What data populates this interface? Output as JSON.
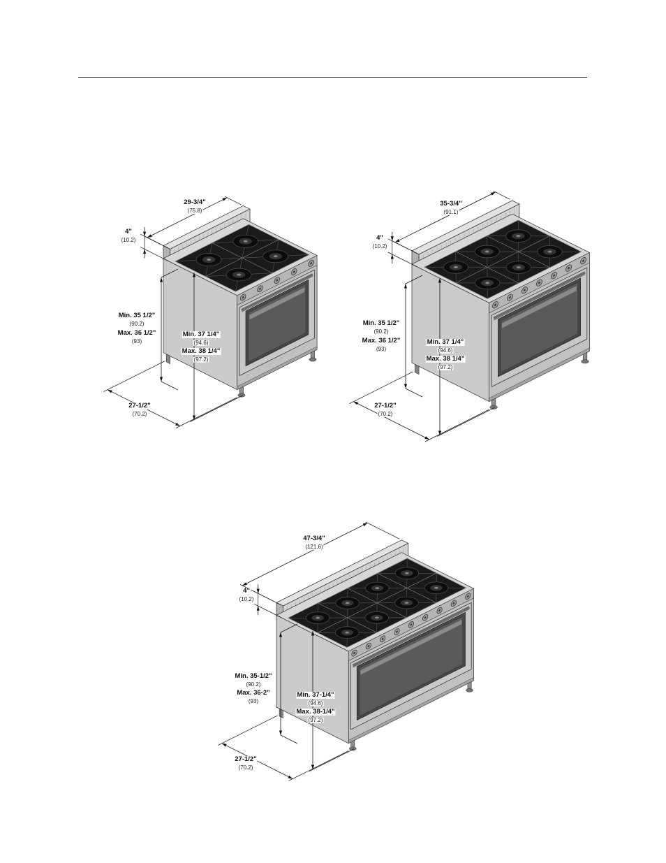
{
  "page": {
    "background": "#ffffff",
    "rule_color": "#151515",
    "line_color": "#111111"
  },
  "figures": [
    {
      "id": "range-30",
      "width_in": "29-3/4\"",
      "width_cm": "(75.8)",
      "back_in": "4\"",
      "back_cm": "(10.2)",
      "counter_min": "Min. 35 1/2\"",
      "counter_min_cm": "(90.2)",
      "counter_max": "Max. 36 1/2\"",
      "counter_max_cm": "(93)",
      "trim_min": "Min. 37 1/4\"",
      "trim_min_cm": "(94.6)",
      "trim_max": "Max. 38 1/4\"",
      "trim_max_cm": "(97.2)",
      "depth_in": "27-1/2\"",
      "depth_cm": "(70.2)"
    },
    {
      "id": "range-36",
      "width_in": "35-3/4\"",
      "width_cm": "(91.1)",
      "back_in": "4\"",
      "back_cm": "(10.2)",
      "counter_min": "Min. 35 1/2\"",
      "counter_min_cm": "(90.2)",
      "counter_max": "Max. 36 1/2\"",
      "counter_max_cm": "(93)",
      "trim_min": "Min. 37 1/4\"",
      "trim_min_cm": "(94.6)",
      "trim_max": "Max. 38 1/4\"",
      "trim_max_cm": "(97.2)",
      "depth_in": "27-1/2\"",
      "depth_cm": "(70.2)"
    },
    {
      "id": "range-48",
      "width_in": "47-3/4\"",
      "width_cm": "(121.6)",
      "back_in": "4\"",
      "back_cm": "(10.2)",
      "counter_min": "Min. 35-1/2\"",
      "counter_min_cm": "(90.2)",
      "counter_max": "Max. 36-2\"",
      "counter_max_cm": "(93)",
      "trim_min": "Min. 37-1/4\"",
      "trim_min_cm": "(94.6)",
      "trim_max": "Max. 38-1/4\"",
      "trim_max_cm": "(97.2)",
      "depth_in": "27-1/2\"",
      "depth_cm": "(70.2)"
    }
  ]
}
